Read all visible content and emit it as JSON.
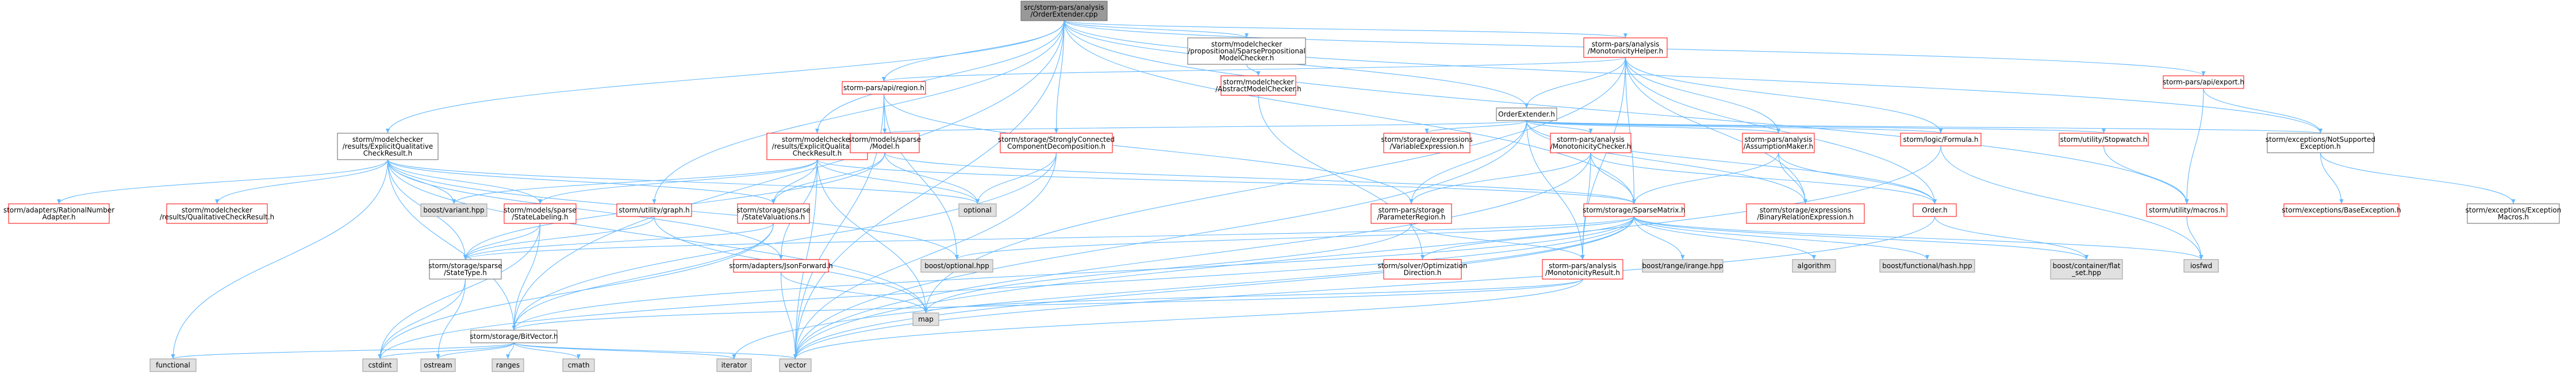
{
  "root": {
    "line1": "src/storm-pars/analysis",
    "line2": "/OrderExtender.cpp"
  },
  "nodes": {
    "n_spmc": [
      "storm/modelchecker",
      "/propositional/SparsePropositional",
      "ModelChecker.h"
    ],
    "n_monohelper": [
      "storm-pars/analysis",
      "/MonotonicityHelper.h"
    ],
    "n_region": [
      "storm-pars/api/region.h"
    ],
    "n_abstractmc": [
      "storm/modelchecker",
      "/AbstractModelChecker.h"
    ],
    "n_orderext": [
      "OrderExtender.h"
    ],
    "n_export": [
      "storm-pars/api/export.h"
    ],
    "n_expqual": [
      "storm/modelchecker",
      "/results/ExplicitQualitative",
      "CheckResult.h"
    ],
    "n_expquant": [
      "storm/modelchecker",
      "/results/ExplicitQualitative",
      "CheckResult.h"
    ],
    "n_modelsparse": [
      "storm/models/sparse",
      "/Model.h"
    ],
    "n_scc": [
      "storm/storage/StronglyConnected",
      "ComponentDecomposition.h"
    ],
    "n_varexpr": [
      "storm/storage/expressions",
      "/VariableExpression.h"
    ],
    "n_monochecker": [
      "storm-pars/analysis",
      "/MonotonicityChecker.h"
    ],
    "n_assump": [
      "storm-pars/analysis",
      "/AssumptionMaker.h"
    ],
    "n_formula": [
      "storm/logic/Formula.h"
    ],
    "n_stopwatch": [
      "storm/utility/Stopwatch.h"
    ],
    "n_notsupp": [
      "storm/exceptions/NotSupported",
      "Exception.h"
    ],
    "n_ratnum": [
      "storm/adapters/RationalNumber",
      "Adapter.h"
    ],
    "n_qualres": [
      "storm/modelchecker",
      "/results/QualitativeCheckResult.h"
    ],
    "n_variant": [
      "boost/variant.hpp"
    ],
    "n_statelab": [
      "storm/models/sparse",
      "/StateLabeling.h"
    ],
    "n_graph": [
      "storm/utility/graph.h"
    ],
    "n_stateval": [
      "storm/storage/sparse",
      "/StateValuations.h"
    ],
    "n_optional": [
      "optional"
    ],
    "n_paramregion": [
      "storm-pars/storage",
      "/ParameterRegion.h"
    ],
    "n_sparsemat": [
      "storm/storage/SparseMatrix.h"
    ],
    "n_binrel": [
      "storm/storage/expressions",
      "/BinaryRelationExpression.h"
    ],
    "n_order": [
      "Order.h"
    ],
    "n_macros": [
      "storm/utility/macros.h"
    ],
    "n_baseexc": [
      "storm/exceptions/BaseException.h"
    ],
    "n_excmacros": [
      "storm/exceptions/Exception",
      "Macros.h"
    ],
    "n_statetype": [
      "storm/storage/sparse",
      "/StateType.h"
    ],
    "n_jsonfwd": [
      "storm/adapters/JsonForward.h"
    ],
    "n_boostopt": [
      "boost/optional.hpp"
    ],
    "n_solveropt": [
      "storm/solver/Optimization",
      "Direction.h"
    ],
    "n_monores": [
      "storm-pars/analysis",
      "/MonotonicityResult.h"
    ],
    "n_range": [
      "boost/range/irange.hpp"
    ],
    "n_algorithm": [
      "algorithm"
    ],
    "n_hash": [
      "boost/functional/hash.hpp"
    ],
    "n_flatset": [
      "boost/container/flat",
      "_set.hpp"
    ],
    "n_iosfwd": [
      "iosfwd"
    ],
    "n_map": [
      "map"
    ],
    "n_bitvector": [
      "storm/storage/BitVector.h"
    ],
    "n_functional": [
      "functional"
    ],
    "n_cstdint": [
      "cstdint"
    ],
    "n_ostream": [
      "ostream"
    ],
    "n_ranges": [
      "ranges"
    ],
    "n_cmath": [
      "cmath"
    ],
    "n_iterator": [
      "iterator"
    ],
    "n_vector": [
      "vector"
    ]
  },
  "colors": {
    "edge": "#63b8ff",
    "red_border": "#ff0000",
    "gray_fill": "#e0e0e0",
    "root_fill": "#999999"
  }
}
